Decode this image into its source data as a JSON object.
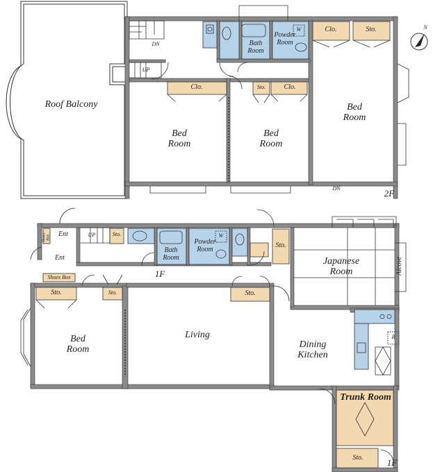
{
  "floor2": {
    "roof_balcony": "Roof Balcony",
    "bed_left": "Bed\nRoom",
    "bed_middle": "Bed\nRoom",
    "bed_right": "Bed\nRoom",
    "bath": "Bath\nRoom",
    "powder": "Powder\nRoom",
    "w_mark": "W",
    "clo_top": "Clo.",
    "sto_top": "Sto.",
    "clo_left": "Clo.",
    "sto_mid": "Sto.",
    "clo_mid": "Clo.",
    "dn_stair": "DN",
    "up_stair": "UP",
    "dn_bottom": "DN",
    "floor_label": "2F"
  },
  "floor1": {
    "ent_top": "Ent",
    "ent_bottom": "Ent",
    "shoes_box_small": "Shoes Box",
    "shoes_box": "Shoes Box",
    "up_stair": "UP",
    "sto_stair": "Sto.",
    "bath": "Bath\nRoom",
    "powder": "Powder\nRoom",
    "w_mark": "W",
    "sto_hall": "Sto.",
    "japanese": "Japanese\nRoom",
    "alcove": "Alcove",
    "floor_label_mid": "1F",
    "sto_bed": "Sto.",
    "sto_small": "Sto.",
    "sto_living": "Sto.",
    "bed": "Bed\nRoom",
    "living": "Living",
    "dining": "Dining\nKitchen",
    "r_mark": "R",
    "trunk": "Trunk Room",
    "sto_trunk": "Sto.",
    "floor_label": "1F"
  },
  "compass": {
    "north": "N"
  },
  "colors": {
    "wall": "#8a8a8a",
    "storage": "#f2d9b0",
    "wet": "#b7d3ea",
    "trunk": "#f2d9b0"
  }
}
